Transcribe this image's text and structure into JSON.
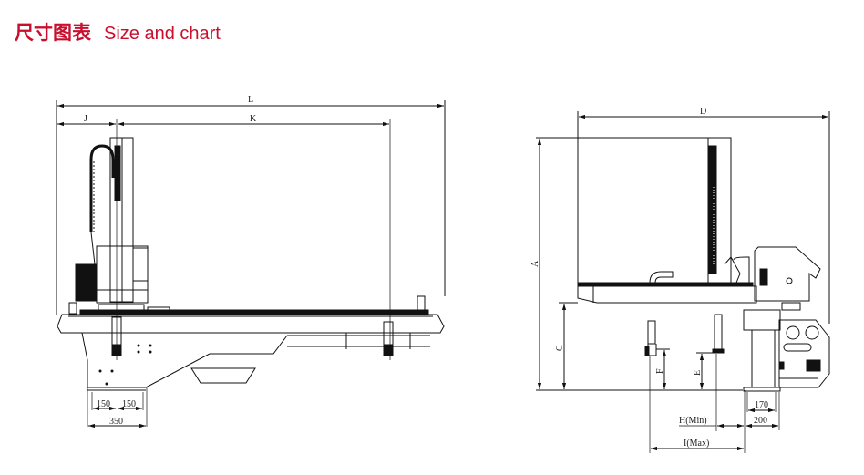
{
  "title": {
    "cn": "尺寸图表",
    "en": "Size and chart"
  },
  "colors": {
    "accent": "#c8102e",
    "line": "#111111"
  },
  "front_view": {
    "dims": {
      "L": "L",
      "J": "J",
      "K": "K",
      "base_left": "150",
      "base_right": "150",
      "base_total": "350"
    }
  },
  "side_view": {
    "dims": {
      "D": "D",
      "A": "A",
      "C": "C",
      "F": "F",
      "E": "E",
      "w170": "170",
      "w200": "200",
      "H": "H(Min)",
      "I": "I(Max)"
    }
  }
}
